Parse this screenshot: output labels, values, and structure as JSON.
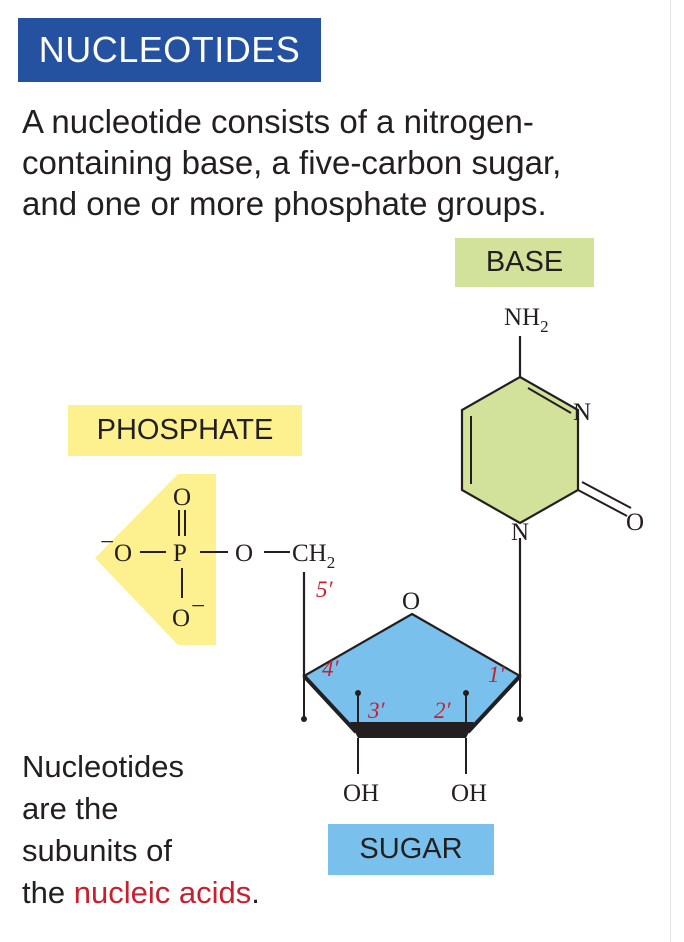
{
  "title": "NUCLEOTIDES",
  "intro": {
    "line1": "A nucleotide consists of a nitrogen-",
    "line2": "containing base, a five-carbon sugar,",
    "line3": "and one or more phosphate groups."
  },
  "labels": {
    "base": "BASE",
    "phosphate": "PHOSPHATE",
    "sugar": "SUGAR"
  },
  "structure": {
    "amine": "NH",
    "amine_subscript": "2",
    "ring_n_upper": "N",
    "ring_n_lower": "N",
    "carbonyl_o": "O",
    "phosphate_o_top": "O",
    "phosphate_o_left": "O",
    "phosphate_p": "P",
    "phosphate_o_bridge": "O",
    "phosphate_o_bottom": "O",
    "minus_sign": "−",
    "double_bond": "‖",
    "single_bond": "|",
    "methylene": "CH",
    "methylene_subscript": "2",
    "ring_oxygen": "O",
    "hydroxyl_3": "OH",
    "hydroxyl_2": "OH"
  },
  "carbon_numbers": {
    "c5": "5′",
    "c4": "4′",
    "c3": "3′",
    "c2": "2′",
    "c1": "1′"
  },
  "caption": {
    "line1": "Nucleotides",
    "line2": "are the",
    "line3": "subunits of",
    "line4_prefix": "the ",
    "line4_highlight": "nucleic acids",
    "line4_suffix": "."
  },
  "colors": {
    "title_background": "#2552a0",
    "base": "#d2e29a",
    "phosphate": "#fdf08e",
    "sugar": "#79c1ec",
    "highlight_text": "#c8202f"
  }
}
